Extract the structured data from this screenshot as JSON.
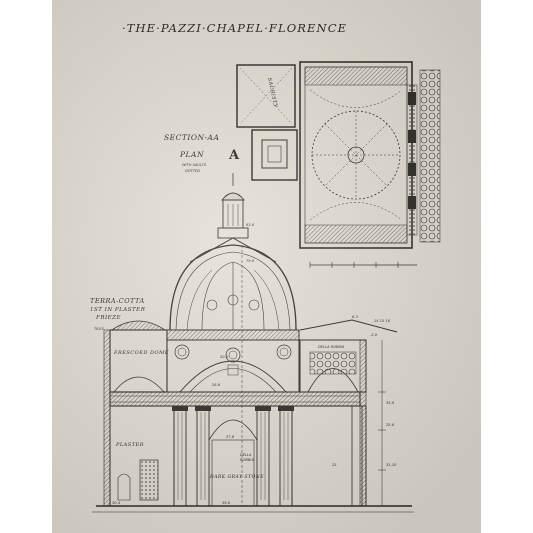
{
  "title": "·THE·PAZZI·CHAPEL·FLORENCE",
  "labels": {
    "section": "SECTION-AA",
    "plan": "PLAN",
    "plan_mark": "A",
    "vaults_note_1": "WITH VAULTS",
    "vaults_note_2": "DOTTED",
    "sacristy": "SACRISTY",
    "terra_cotta_1": "TERRA-COTTA",
    "terra_cotta_2": "1ST IN PLASTER",
    "terra_cotta_3": "FRIEZE",
    "tiles": "TILES",
    "frescoed_dome": "FRESCOED DOME",
    "plaster": "PLASTER",
    "della_robbia_1": "DELLA",
    "della_robbia_2": "ROBBIA",
    "della_robbia_3": "DELLA ROBBIA",
    "dark_gray_stone": "DARK GRAY STONE",
    "dim_top": "63-8",
    "dim_dome": "79-6",
    "dim_drum": "50-0",
    "dim_arch": "26-6",
    "dim_span": "39-0",
    "dim_right_1": "35-9",
    "dim_right_2": "25-8",
    "dim_right_3": "31-10",
    "dim_floor": "30-4",
    "dim_portico": "25",
    "dim_roof": "6-3",
    "dim_roof_2": "-2-0",
    "dim_roof_3": "14 15 16",
    "dim_column": "27-6"
  },
  "colors": {
    "paper": "#e2ddd2",
    "ink": "#2a2722",
    "shade": "#6b665c"
  }
}
